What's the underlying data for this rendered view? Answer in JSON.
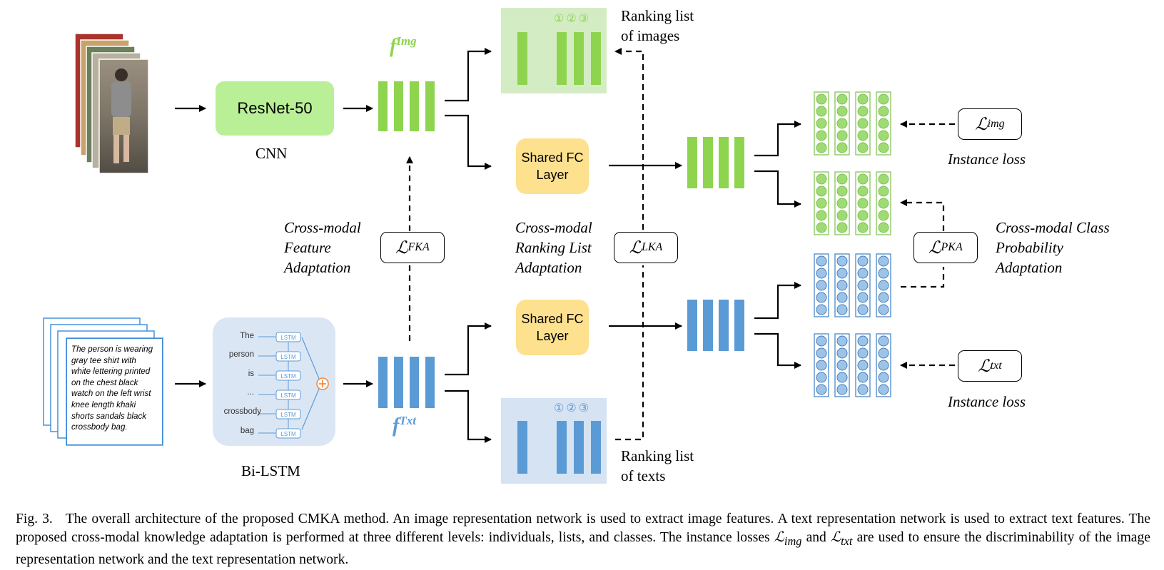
{
  "colors": {
    "img_green": "#8ed44f",
    "img_green_light": "#d4ecc4",
    "txt_blue": "#5b9bd5",
    "txt_blue_light": "#d5e3f3",
    "circle_green": "#9fdb74",
    "circle_blue": "#9dc3e6",
    "fc_yellow": "#fde18e",
    "resnet_green": "#b9ef96"
  },
  "blocks": {
    "resnet": "ResNet-50",
    "cnn": "CNN",
    "bilstm": "Bi-LSTM",
    "shared_fc_line1": "Shared FC",
    "shared_fc_line2": "Layer"
  },
  "features": {
    "img_base": "f",
    "img_sup": "Img",
    "txt_base": "f",
    "txt_sup": "Txt"
  },
  "ranking": {
    "images_line1": "Ranking list",
    "images_line2": "of images",
    "texts_line1": "Ranking list",
    "texts_line2": "of texts",
    "ranks": [
      "①",
      "②",
      "③"
    ]
  },
  "adaptations": {
    "feature": [
      "Cross-modal",
      "Feature",
      "Adaptation"
    ],
    "ranking": [
      "Cross-modal",
      "Ranking List",
      "Adaptation"
    ],
    "class": [
      "Cross-modal Class",
      "Probability",
      "Adaptation"
    ]
  },
  "losses": {
    "script": "ℒ",
    "fka": "FKA",
    "lka": "LKA",
    "pka": "PKA",
    "img": "img",
    "txt": "txt",
    "instance_loss": "Instance loss"
  },
  "text_sample": "The person is wearing gray tee shirt with white lettering printed on the chest black watch on the left wrist knee length khaki shorts sandals black crossbody bag.",
  "lstm": {
    "words": [
      "The",
      "person",
      "is",
      "...",
      "crossbody",
      "bag"
    ],
    "cell": "LSTM",
    "plus": "+"
  },
  "caption": {
    "prefix": "Fig. 3.",
    "part1": "The overall architecture of the proposed CMKA method. An image representation network is used to extract image features. A text representation network is used to extract text features. The proposed cross-modal knowledge adaptation is performed at three different levels: individuals, lists, and classes. The instance losses",
    "sym1": "ℒ",
    "sub1": "img",
    "and": "and",
    "sym2": "ℒ",
    "sub2": "txt",
    "part2": "are used to ensure the discriminability of the image representation network and the text representation network."
  }
}
